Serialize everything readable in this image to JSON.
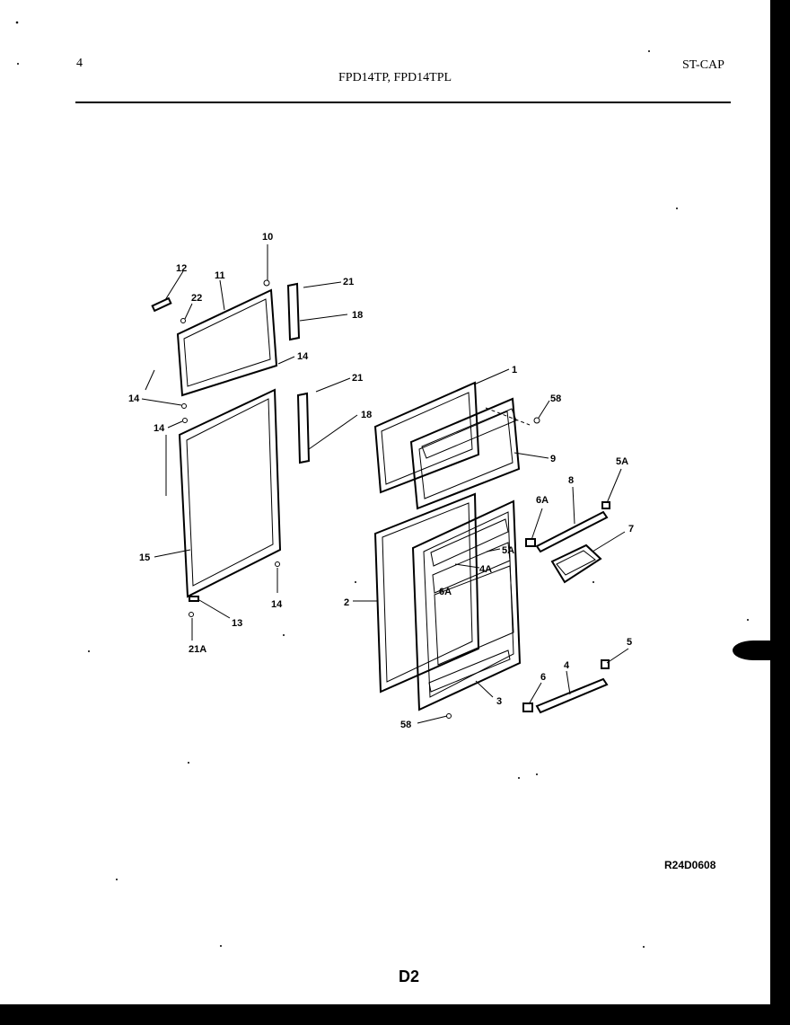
{
  "header": {
    "page_number": "4",
    "models": "FPD14TP, FPD14TPL",
    "section": "ST-CAP"
  },
  "diagram": {
    "callouts": {
      "c12": "12",
      "c11": "11",
      "c22": "22",
      "c10": "10",
      "c21a_top": "21",
      "c18a": "18",
      "c14a": "14",
      "c14b": "14",
      "c14c": "14",
      "c21b": "21",
      "c18b": "18",
      "c15": "15",
      "c14d": "14",
      "c13": "13",
      "c21A": "21A",
      "c1": "1",
      "c58a": "58",
      "c9": "9",
      "c8": "8",
      "c5A_r": "5A",
      "c6A_r": "6A",
      "c7": "7",
      "c5A_in": "5A",
      "c4A": "4A",
      "c6A_in": "6A",
      "c2": "2",
      "c3": "3",
      "c58b": "58",
      "c6": "6",
      "c4": "4",
      "c5": "5"
    },
    "drawing_code": "R24D0608",
    "page_label": "D2"
  }
}
